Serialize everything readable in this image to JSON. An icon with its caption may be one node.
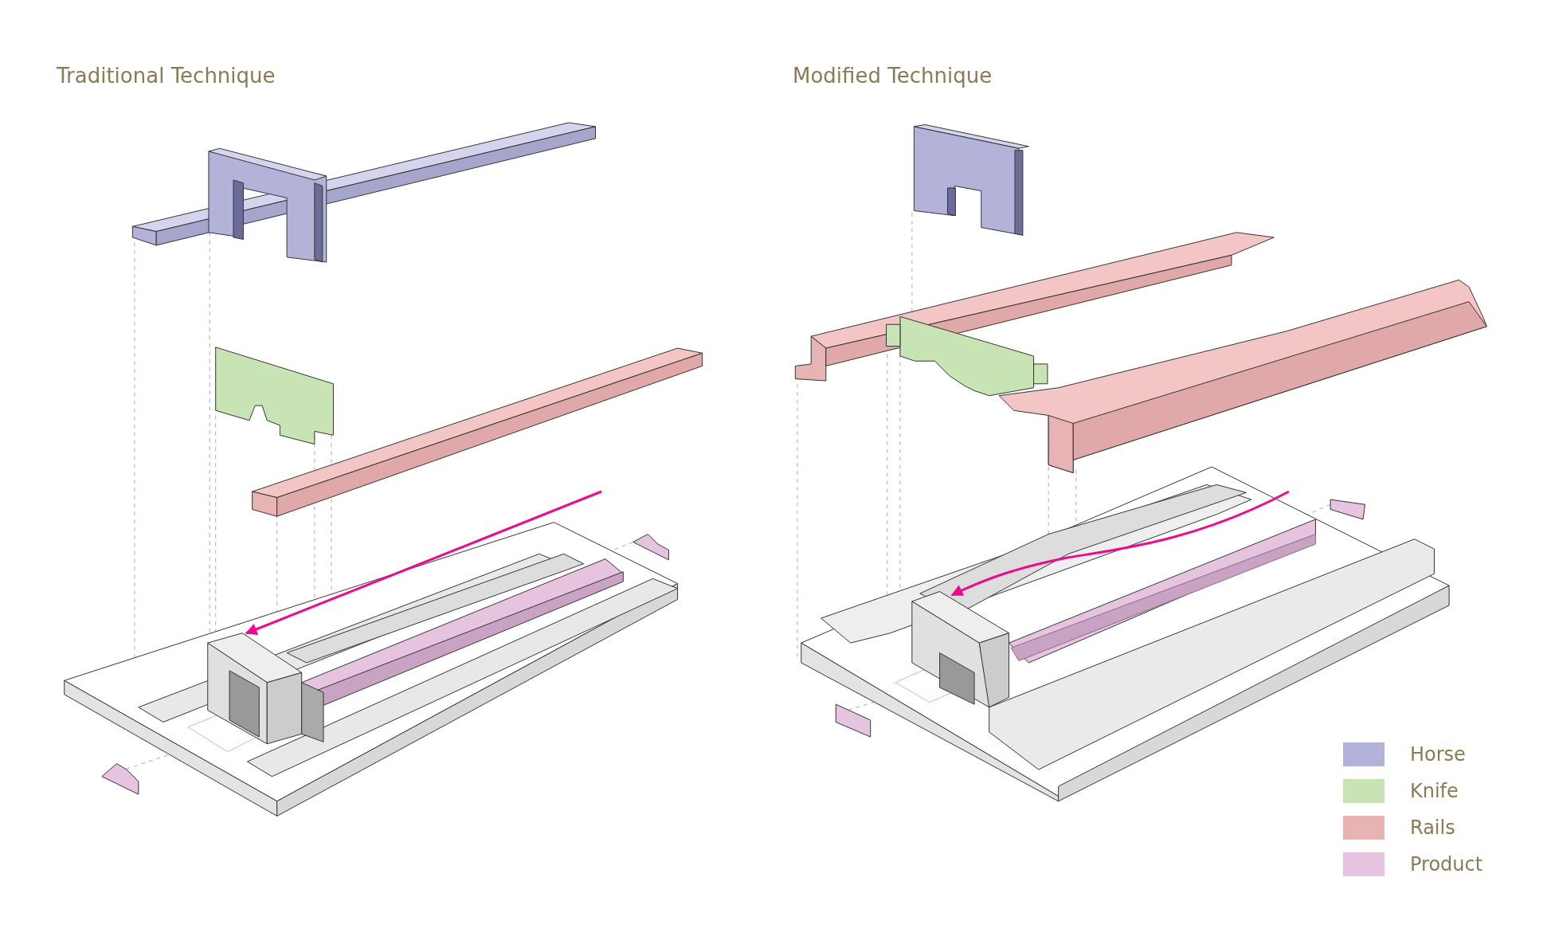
{
  "diagram": {
    "labels": [
      "Traditional Technique",
      "Modified Technique"
    ],
    "legend": [
      {
        "text": "Horse",
        "color": "#b3b3da"
      },
      {
        "text": "Knife",
        "color": "#c8e3b4"
      },
      {
        "text": "Rails",
        "color": "#e8b3b3"
      },
      {
        "text": "Product",
        "color": "#e6c4df"
      }
    ]
  }
}
